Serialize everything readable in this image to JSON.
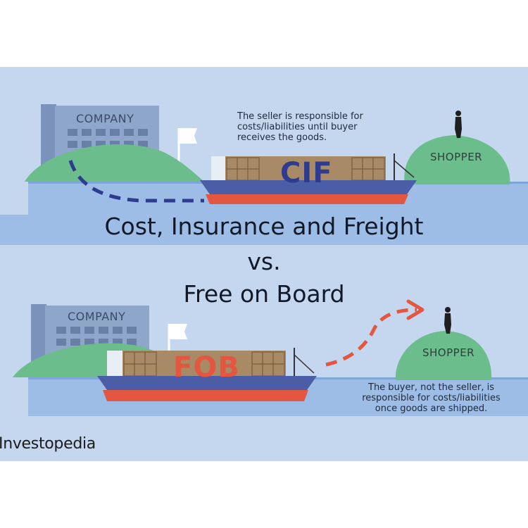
{
  "title": {
    "line1": "Cost, Insurance and Freight",
    "line2": "vs.",
    "line3": "Free on Board"
  },
  "cif": {
    "company_label": "COMPANY",
    "shopper_label": "SHOPPER",
    "ship_label": "CIF",
    "caption": [
      "The seller is responsible for",
      "costs/liabilities until buyer",
      "receives the goods."
    ]
  },
  "fob": {
    "company_label": "COMPANY",
    "shopper_label": "SHOPPER",
    "ship_label": "FOB",
    "caption": [
      "The buyer, not the seller, is",
      "responsible for costs/liabilities",
      "once goods are shipped."
    ]
  },
  "brand": "Investopedia",
  "colors": {
    "sky": "#c4d7ee",
    "water": "#9dbde6",
    "water_edge": "#7fa6d8",
    "island": "#6bbd8c",
    "hull": "#4a5da6",
    "hull_bottom": "#e3563f",
    "cargo": "#a98a66",
    "building": "#8ea6c9",
    "arrow": "#e3563f"
  }
}
